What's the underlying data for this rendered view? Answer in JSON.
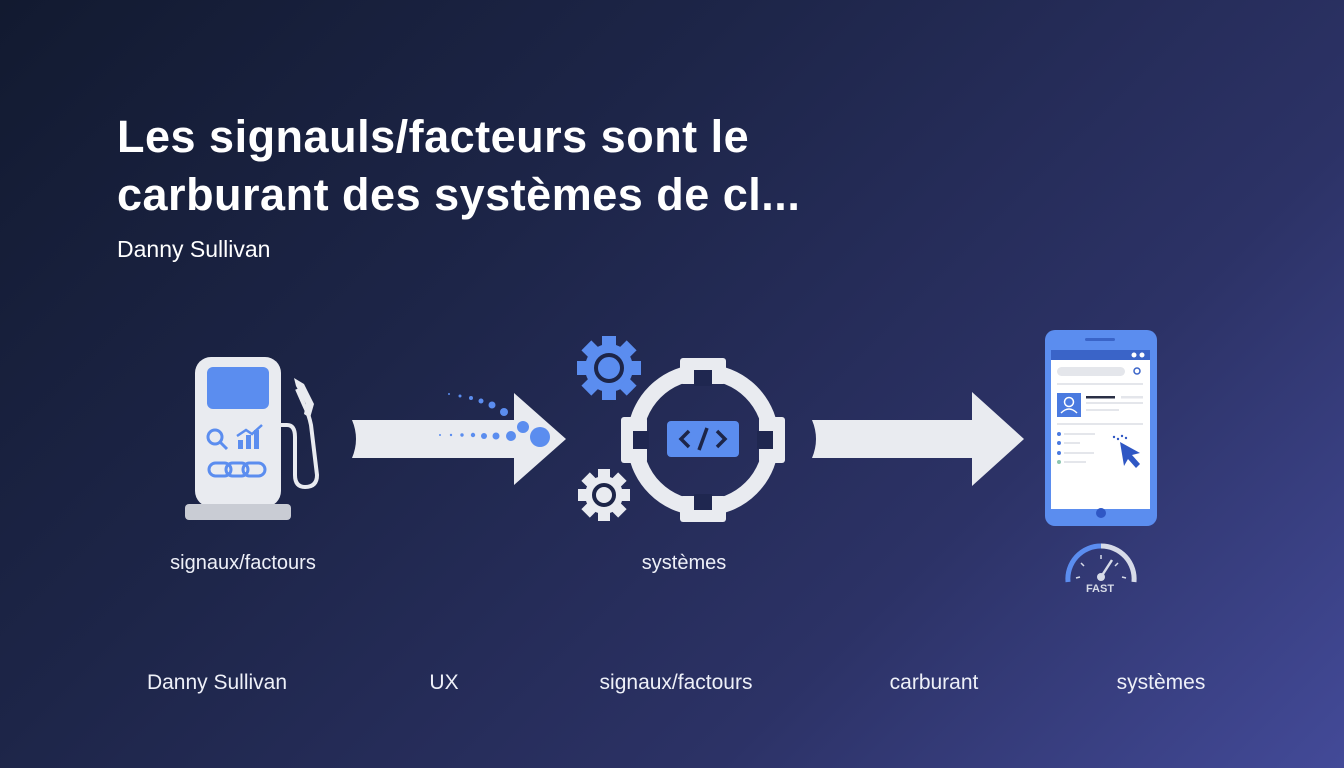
{
  "title": {
    "line1": "Les signauls/facteurs sont le",
    "line2": "carburant des systèmes de cl..."
  },
  "author": "Danny Sullivan",
  "diagram": {
    "steps": [
      {
        "icon": "fuel-pump-icon",
        "label": "signaux/factours"
      },
      {
        "icon": "gears-code-icon",
        "label": "systèmes"
      },
      {
        "icon": "mobile-page-icon",
        "label": ""
      }
    ],
    "gauge_label": "FAST"
  },
  "bottom_labels": [
    "Danny Sullivan",
    "UX",
    "signaux/factours",
    "carburant",
    "systèmes"
  ],
  "colors": {
    "accent": "#5b8def",
    "light": "#e9ebf0",
    "background": "#1d2548"
  }
}
